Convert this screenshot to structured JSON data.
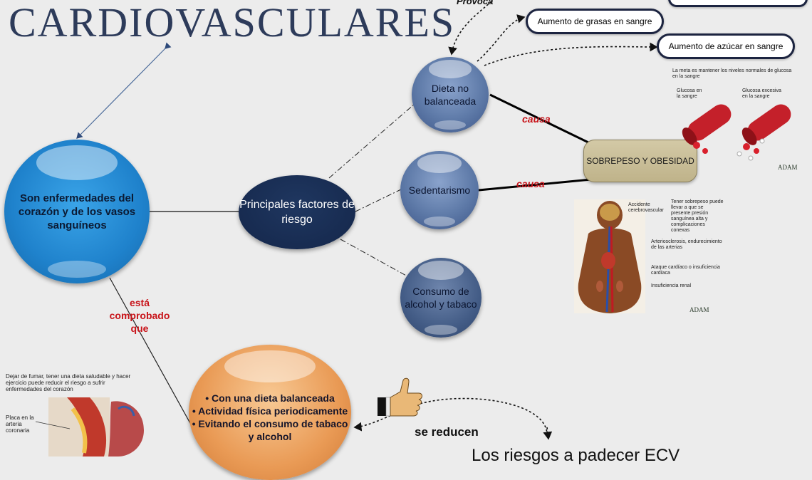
{
  "title": "CARDIOVASCULARES",
  "main_node": "Son enfermedades del corazón y de los vasos sanguíneos",
  "risk_hub": "Principales factores de riesgo",
  "factors": {
    "diet": "Dieta no balanceada",
    "sedentary": "Sedentarismo",
    "alcohol": "Consumo de alcohol y tabaco"
  },
  "provoca_label": "Provoca",
  "effects": {
    "fat": "Aumento de grasas en sangre",
    "sugar": "Aumento de azúcar en sangre"
  },
  "obesity": "SOBREPESO Y OBESIDAD",
  "causa_label_1": "causa",
  "causa_label_2": "causa",
  "proven_label": "está comprobado que",
  "prevention": {
    "items": [
      "• Con una dieta balanceada",
      "• Actividad física periodicamente",
      "• Evitando el consumo de tabaco y alcohol"
    ]
  },
  "reduce_label": "se reducen",
  "bottom_text": "Los riesgos a padecer ECV",
  "illustrations": {
    "blood": {
      "caption": "La meta es mantener los niveles normales de glucosa en la sangre",
      "label_left": "Glucosa en la sangre",
      "label_right": "Glucosa excesiva en la sangre",
      "credit": "ADAM"
    },
    "body": {
      "label_stroke": "Accidente cerebrovascular",
      "label_note": "Tener sobrepeso puede llevar a que se presente presión sanguínea alta y complicaciones conexas",
      "label_arterio": "Arteriosclerosis, endurecimiento de las arterias",
      "label_heart": "Ataque cardíaco o insuficiencia cardíaca",
      "label_renal": "Insuficiencia renal",
      "credit": "ADAM"
    },
    "artery": {
      "caption": "Dejar de fumar, tener una dieta saludable y hacer ejercicio puede reducir el riesgo a sufrir enfermedades del corazón",
      "label_plaque": "Placa en la arteria coronaria"
    }
  },
  "colors": {
    "main_blue": "#1f82cc",
    "hub_navy": "#14264a",
    "factor_blue": "#5e7aa8",
    "orange": "#e99a55",
    "red_label": "#c8141a",
    "obesity_tan": "#c9bf98"
  }
}
